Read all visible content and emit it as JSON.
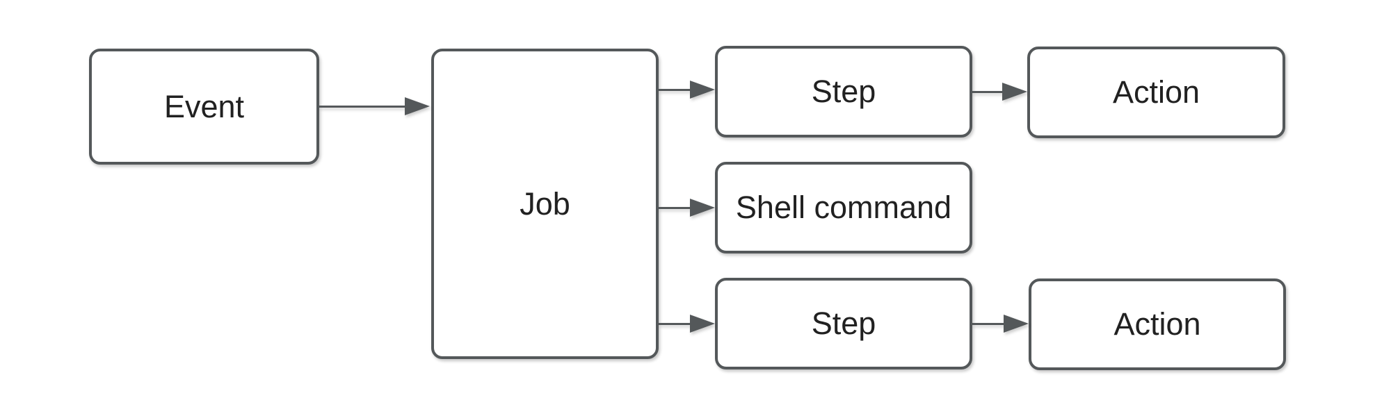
{
  "diagram": {
    "colors": {
      "background": "#ffffff",
      "stroke": "#54585a",
      "text": "#212121"
    },
    "nodes": [
      {
        "id": "event",
        "label": "Event"
      },
      {
        "id": "job",
        "label": "Job"
      },
      {
        "id": "step_1",
        "label": "Step"
      },
      {
        "id": "shell_command",
        "label": "Shell command"
      },
      {
        "id": "step_2",
        "label": "Step"
      },
      {
        "id": "action_1",
        "label": "Action"
      },
      {
        "id": "action_2",
        "label": "Action"
      }
    ],
    "edges": [
      {
        "id": "event-to-job",
        "from": "event",
        "to": "job"
      },
      {
        "id": "job-to-step-1",
        "from": "job",
        "to": "step_1"
      },
      {
        "id": "job-to-shell-command",
        "from": "job",
        "to": "shell_command"
      },
      {
        "id": "job-to-step-2",
        "from": "job",
        "to": "step_2"
      },
      {
        "id": "step-1-to-action-1",
        "from": "step_1",
        "to": "action_1"
      },
      {
        "id": "step-2-to-action-2",
        "from": "step_2",
        "to": "action_2"
      }
    ]
  }
}
